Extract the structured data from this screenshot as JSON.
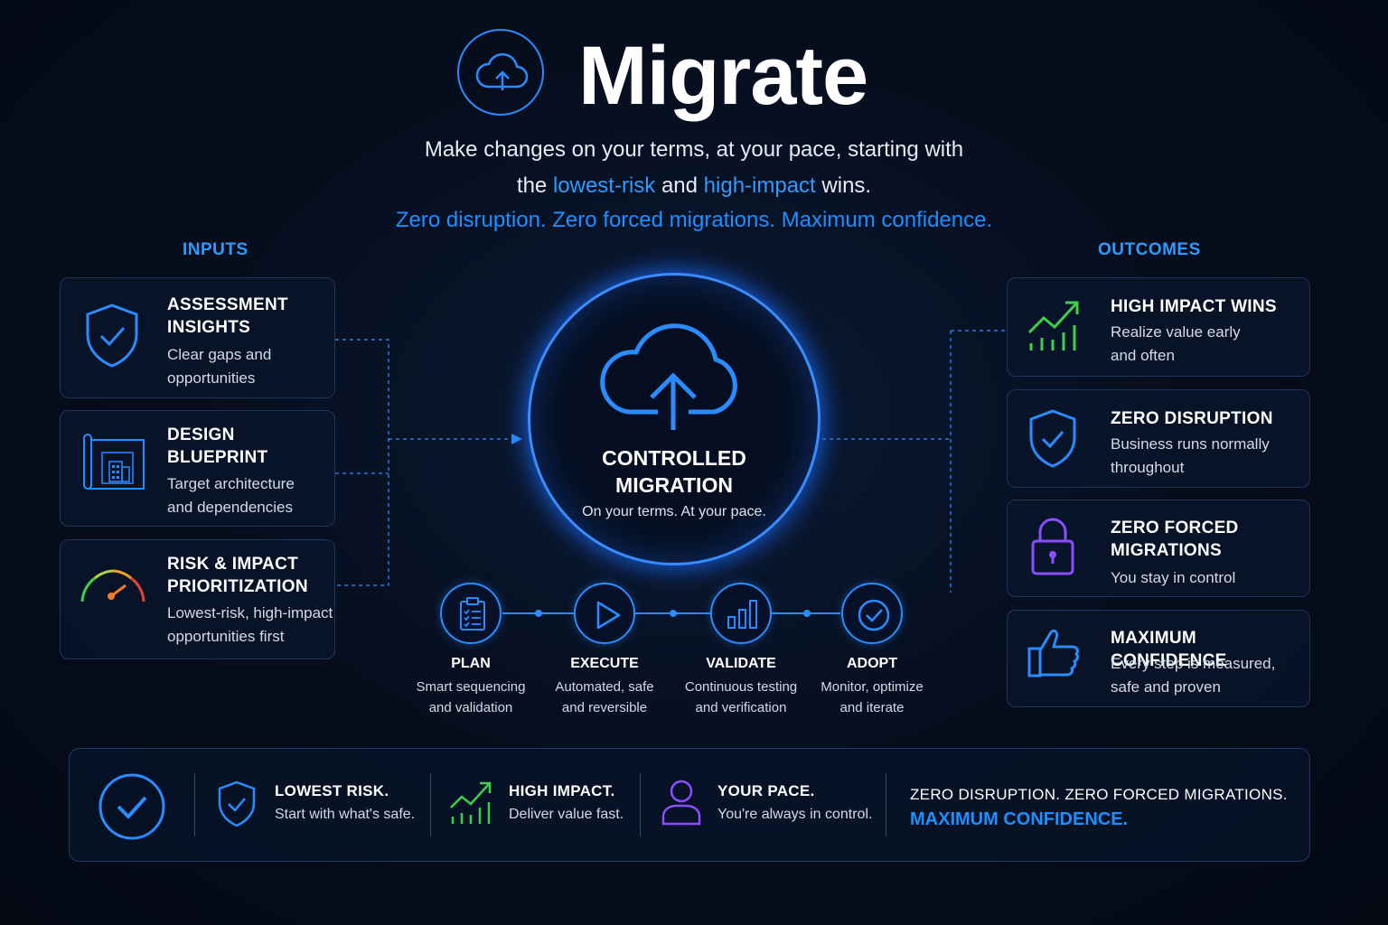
{
  "header": {
    "title": "Migrate",
    "subtitle_line1": "Make changes on your terms, at your pace, starting with",
    "subtitle_line2_pre": "the ",
    "subtitle_hl1": "lowest-risk",
    "subtitle_mid": " and ",
    "subtitle_hl2": "high-impact",
    "subtitle_post": " wins.",
    "tagline": "Zero disruption. Zero forced migrations. Maximum confidence.",
    "icon": "cloud-upload-icon"
  },
  "inputs": {
    "heading": "INPUTS",
    "items": [
      {
        "title1": "ASSESSMENT",
        "title2": "INSIGHTS",
        "desc1": "Clear gaps and",
        "desc2": "opportunities",
        "icon": "shield-check-icon"
      },
      {
        "title1": "DESIGN",
        "title2": "BLUEPRINT",
        "desc1": "Target architecture",
        "desc2": "and dependencies",
        "icon": "blueprint-icon"
      },
      {
        "title1": "RISK & IMPACT",
        "title2": "PRIORITIZATION",
        "desc1": "Lowest-risk, high-impact",
        "desc2": "opportunities first",
        "icon": "gauge-icon"
      }
    ]
  },
  "center": {
    "title1": "CONTROLLED",
    "title2": "MIGRATION",
    "subtitle": "On your terms. At your pace.",
    "icon": "cloud-upload-icon"
  },
  "steps": [
    {
      "title": "PLAN",
      "desc1": "Smart sequencing",
      "desc2": "and validation",
      "icon": "clipboard-icon"
    },
    {
      "title": "EXECUTE",
      "desc1": "Automated, safe",
      "desc2": "and reversible",
      "icon": "play-icon"
    },
    {
      "title": "VALIDATE",
      "desc1": "Continuous testing",
      "desc2": "and verification",
      "icon": "bar-chart-icon"
    },
    {
      "title": "ADOPT",
      "desc1": "Monitor, optimize",
      "desc2": "and iterate",
      "icon": "check-circle-icon"
    }
  ],
  "outcomes": {
    "heading": "OUTCOMES",
    "items": [
      {
        "title1": "HIGH IMPACT WINS",
        "title2": "",
        "desc1": "Realize value early",
        "desc2": "and often",
        "icon": "growth-chart-icon",
        "color": "#3fcf4a"
      },
      {
        "title1": "ZERO DISRUPTION",
        "title2": "",
        "desc1": "Business runs normally",
        "desc2": "throughout",
        "icon": "shield-check-icon",
        "color": "#2a8cff"
      },
      {
        "title1": "ZERO FORCED",
        "title2": "MIGRATIONS",
        "desc1": "You stay in control",
        "desc2": "",
        "icon": "lock-icon",
        "color": "#8a4dff"
      },
      {
        "title1": "MAXIMUM CONFIDENCE",
        "title2": "",
        "desc1": "Every step is measured,",
        "desc2": "safe and proven",
        "icon": "thumbs-up-icon",
        "color": "#2a8cff"
      }
    ]
  },
  "bottom": {
    "items": [
      {
        "title": "LOWEST RISK.",
        "desc": "Start with what's safe.",
        "icon": "shield-check-icon"
      },
      {
        "title": "HIGH IMPACT.",
        "desc": "Deliver value fast.",
        "icon": "growth-chart-icon"
      },
      {
        "title": "YOUR PACE.",
        "desc": "You're always in control.",
        "icon": "user-icon"
      }
    ],
    "final_line1": "ZERO DISRUPTION. ZERO FORCED MIGRATIONS.",
    "final_line2": "MAXIMUM CONFIDENCE.",
    "check_icon": "check-circle-icon"
  },
  "colors": {
    "accent": "#2a8cff",
    "green": "#3fcf4a",
    "purple": "#8a4dff",
    "background": "#060d1c"
  }
}
